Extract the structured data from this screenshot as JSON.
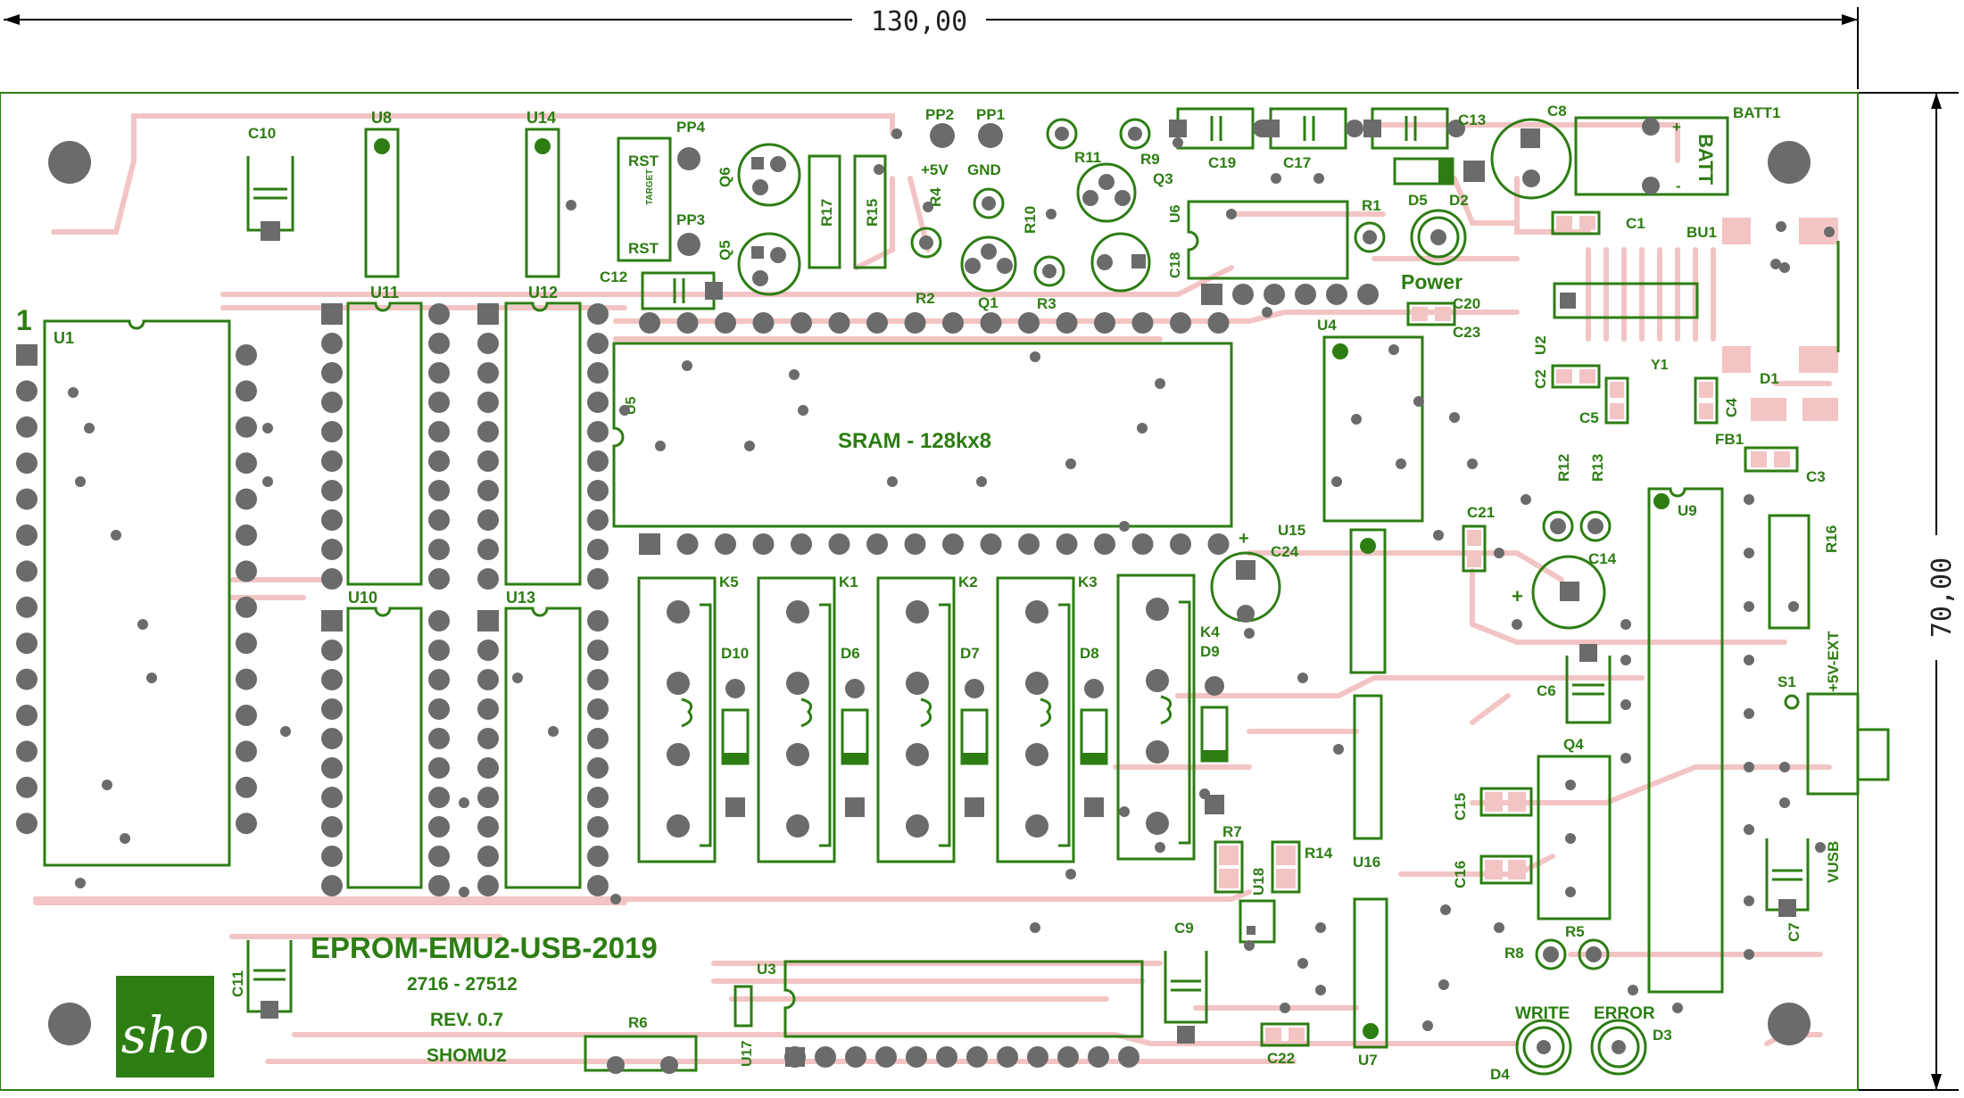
{
  "dimensions": {
    "width": "130,00",
    "height": "70,00"
  },
  "board": {
    "title": "EPROM-EMU2-USB-2019",
    "range": "2716 - 27512",
    "revision": "REV. 0.7",
    "author": "SHOMU2",
    "logo": "sho",
    "ram_label": "SRAM - 128kx8",
    "pin_one": "1"
  },
  "labels": {
    "rst_top": "RST",
    "target": "TARGET",
    "rst_bottom": "RST",
    "plus5v": "+5V",
    "gnd": "GND",
    "power": "Power",
    "write": "WRITE",
    "error": "ERROR",
    "batt": "BATT",
    "batt_plus": "+",
    "batt_minus": "-",
    "vusb": "VUSB",
    "ext5v": "+5V-EXT",
    "cap_plus": "+"
  },
  "refs": {
    "U1": "U1",
    "U2": "U2",
    "U3": "U3",
    "U4": "U4",
    "U5": "U5",
    "U6": "U6",
    "U7": "U7",
    "U8": "U8",
    "U9": "U9",
    "U10": "U10",
    "U11": "U11",
    "U12": "U12",
    "U13": "U13",
    "U14": "U14",
    "U15": "U15",
    "U16": "U16",
    "U17": "U17",
    "U18": "U18",
    "C1": "C1",
    "C2": "C2",
    "C3": "C3",
    "C4": "C4",
    "C5": "C5",
    "C6": "C6",
    "C7": "C7",
    "C8": "C8",
    "C9": "C9",
    "C10": "C10",
    "C11": "C11",
    "C12": "C12",
    "C13": "C13",
    "C14": "C14",
    "C15": "C15",
    "C16": "C16",
    "C17": "C17",
    "C18": "C18",
    "C19": "C19",
    "C20": "C20",
    "C21": "C21",
    "C22": "C22",
    "C23": "C23",
    "C24": "C24",
    "R1": "R1",
    "R2": "R2",
    "R3": "R3",
    "R4": "R4",
    "R5": "R5",
    "R6": "R6",
    "R7": "R7",
    "R8": "R8",
    "R9": "R9",
    "R10": "R10",
    "R11": "R11",
    "R12": "R12",
    "R13": "R13",
    "R14": "R14",
    "R15": "R15",
    "R16": "R16",
    "R17": "R17",
    "Q1": "Q1",
    "Q3": "Q3",
    "Q4": "Q4",
    "Q5": "Q5",
    "Q6": "Q6",
    "D1": "D1",
    "D2": "D2",
    "D3": "D3",
    "D4": "D4",
    "D5": "D5",
    "D6": "D6",
    "D7": "D7",
    "D8": "D8",
    "D9": "D9",
    "D10": "D10",
    "K1": "K1",
    "K2": "K2",
    "K3": "K3",
    "K4": "K4",
    "K5": "K5",
    "PP1": "PP1",
    "PP2": "PP2",
    "PP3": "PP3",
    "PP4": "PP4",
    "BATT1": "BATT1",
    "BU1": "BU1",
    "FB1": "FB1",
    "Y1": "Y1",
    "S1": "S1"
  },
  "colors": {
    "silkscreen": "#2d7d13",
    "pad": "#6b6b6b",
    "trace": "#f3c4c4",
    "board_edge": "#2d7d13",
    "dimension": "#000000"
  }
}
